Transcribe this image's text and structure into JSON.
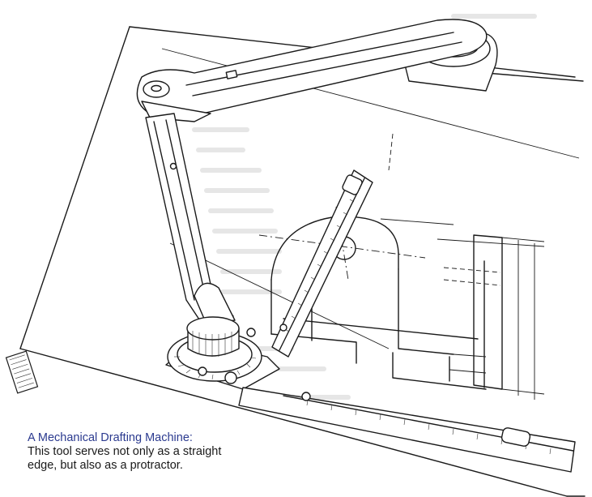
{
  "caption": {
    "title": "A Mechanical Drafting Machine:",
    "body_line1": "This tool serves not only as a straight",
    "body_line2": "edge, but also as a protractor."
  },
  "illustration": {
    "subject": "mechanical-drafting-machine",
    "ink_color": "#1a1a1a",
    "caption_title_color": "#2b3a8f"
  }
}
